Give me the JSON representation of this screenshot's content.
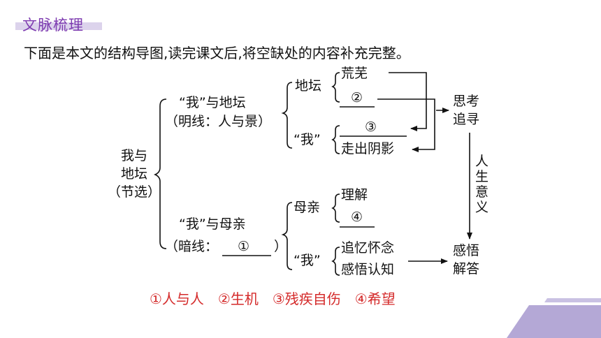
{
  "section_title": "文脉梳理",
  "instruction": "下面是本文的结构导图,读完课文后,将空缺处的内容补充完整。",
  "map": {
    "root": [
      "我与",
      "地坛",
      "（节选）"
    ],
    "branch1": {
      "title": "“我”与地坛",
      "sub": "（明线：人与景）"
    },
    "branch2": {
      "title": "“我”与母亲",
      "sub_prefix": "（暗线：",
      "sub_blank": "①",
      "sub_suffix": "）"
    },
    "ditan": {
      "label": "地坛",
      "items": [
        "荒芜",
        "②"
      ]
    },
    "wo1": {
      "label": "“我”",
      "items": [
        "③",
        "走出阴影"
      ]
    },
    "muqin": {
      "label": "母亲",
      "items": [
        "理解",
        "④"
      ]
    },
    "wo2": {
      "label": "“我”",
      "items": [
        "追忆怀念",
        "感悟认知"
      ]
    },
    "right1": [
      "思考",
      "追寻"
    ],
    "vertical": [
      "人",
      "生",
      "意",
      "义"
    ],
    "right2": [
      "感悟",
      "解答"
    ]
  },
  "answers": "①人与人　②生机　③残疾自伤　④希望",
  "colors": {
    "accent": "#7d3bb0",
    "answer": "#d42a2a",
    "deco": "#b4a8d6"
  }
}
